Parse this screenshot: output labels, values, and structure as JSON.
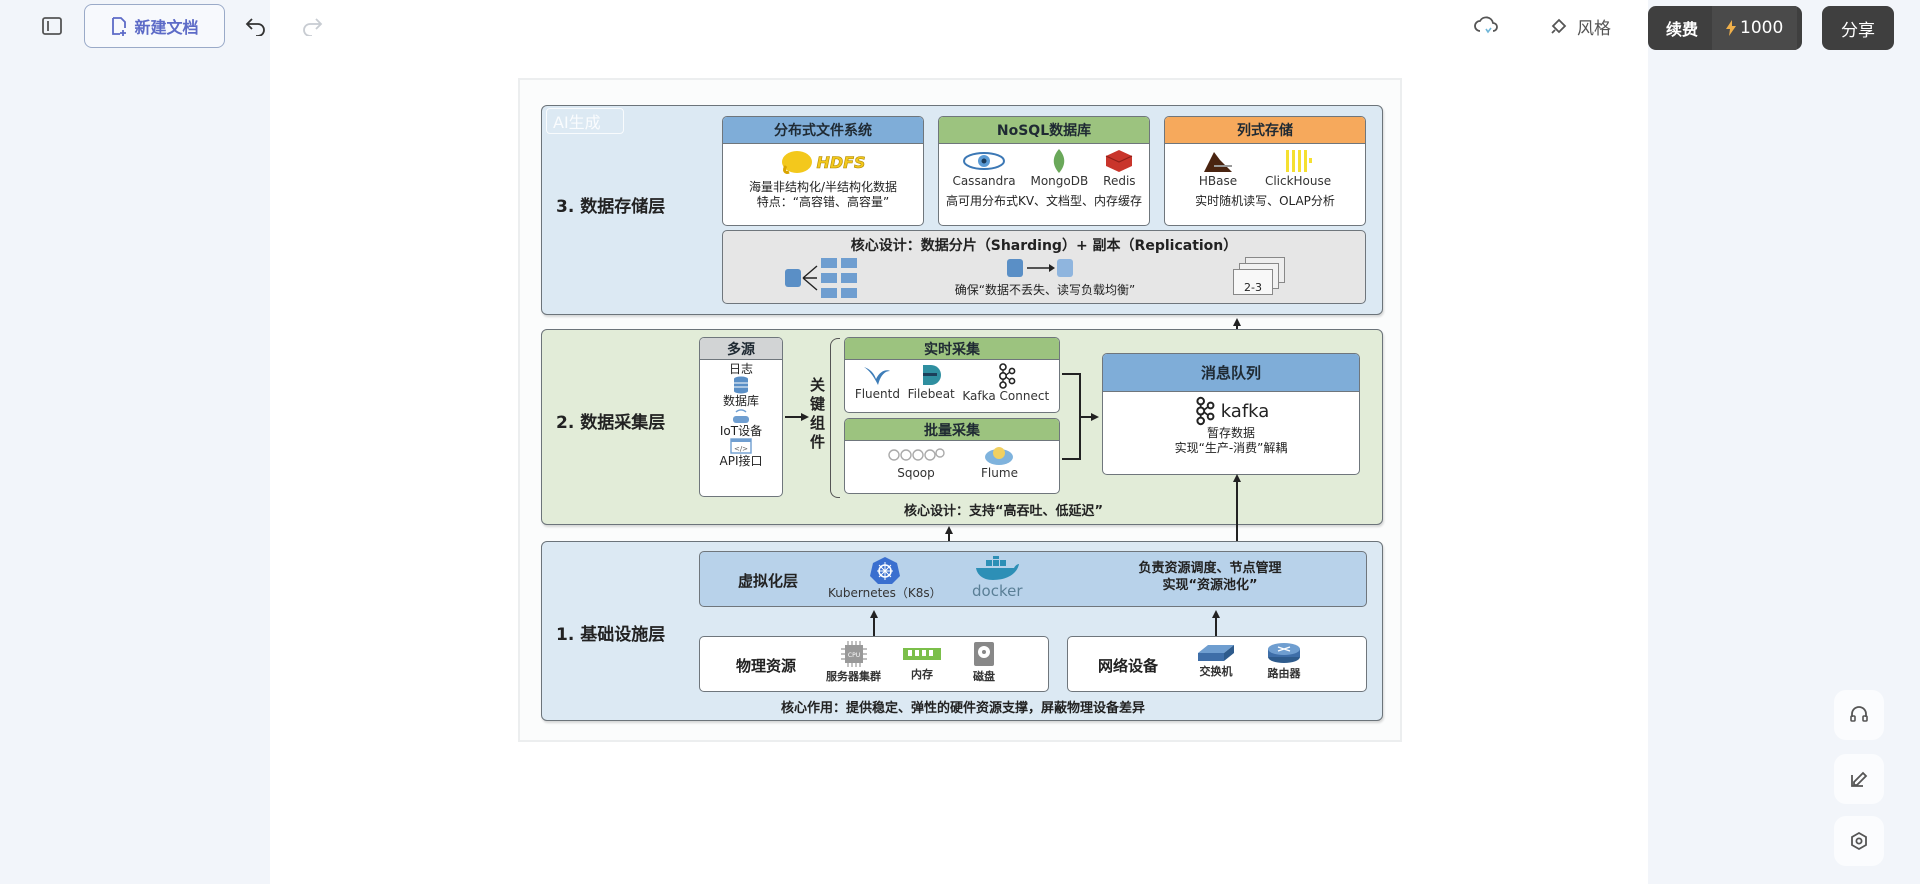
{
  "toolbar": {
    "sidebar_toggle_icon": "sidebar-toggle-icon",
    "new_doc_label": "新建文档",
    "undo_icon": "undo-icon",
    "redo_icon": "redo-icon",
    "cloud_icon": "cloud-sync-icon",
    "style_label": "风格",
    "renew_label": "续费",
    "credits": "1000",
    "share_label": "分享"
  },
  "float_tools": [
    "headset-icon",
    "edit-icon",
    "settings-icon"
  ],
  "diagram": {
    "ai_badge": "AI生成",
    "storage": {
      "title": "3. 数据存储层",
      "dfs": {
        "header": "分布式文件系统",
        "logo": "HDFS",
        "desc1": "海量非结构化/半结构化数据",
        "desc2": "特点：“高容错、高容量”"
      },
      "nosql": {
        "header": "NoSQL数据库",
        "items": [
          "Cassandra",
          "MongoDB",
          "Redis"
        ],
        "desc": "高可用分布式KV、文档型、内存缓存"
      },
      "columnar": {
        "header": "列式存储",
        "items": [
          "HBase",
          "ClickHouse"
        ],
        "desc": "实时随机读写、OLAP分析"
      },
      "core": {
        "title": "核心设计：数据分片（Sharding）+ 副本（Replication）",
        "desc": "确保“数据不丢失、读写负载均衡”",
        "replica_label": "2-3"
      }
    },
    "collect": {
      "title": "2. 数据采集层",
      "sources": {
        "header": "多源",
        "items": [
          "日志",
          "数据库",
          "IoT设备",
          "API接口"
        ]
      },
      "key_components": "关键组件",
      "realtime": {
        "header": "实时采集",
        "items": [
          "Fluentd",
          "Filebeat",
          "Kafka Connect"
        ]
      },
      "batch": {
        "header": "批量采集",
        "items": [
          "Sqoop",
          "Flume"
        ]
      },
      "mq": {
        "header": "消息队列",
        "logo": "kafka",
        "desc1": "暂存数据",
        "desc2": "实现“生产-消费”解耦"
      },
      "core": "核心设计：支持“高吞吐、低延迟”"
    },
    "infra": {
      "title": "1. 基础设施层",
      "virtual": {
        "label": "虚拟化层",
        "k8s": "Kubernetes（K8s）",
        "docker": "docker",
        "desc1": "负责资源调度、节点管理",
        "desc2": "实现“资源池化”"
      },
      "physical": {
        "label": "物理资源",
        "items": [
          "服务器集群",
          "内存",
          "磁盘"
        ],
        "cpu_text": "CPU"
      },
      "network": {
        "label": "网络设备",
        "items": [
          "交换机",
          "路由器"
        ]
      },
      "core": "核心作用：提供稳定、弹性的硬件资源支撑，屏蔽物理设备差异"
    }
  }
}
